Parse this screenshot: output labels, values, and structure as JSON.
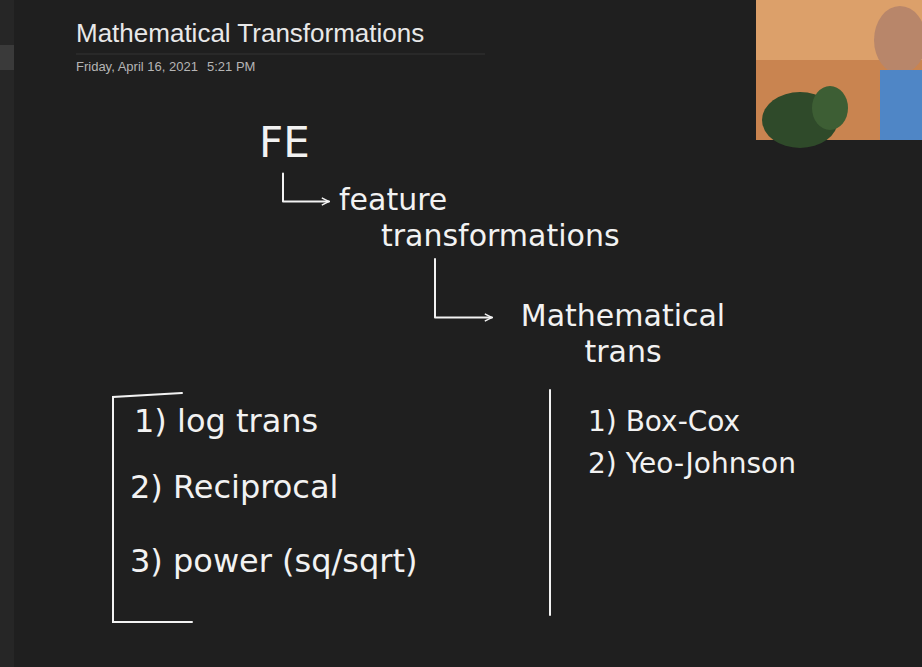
{
  "diagram": {
    "title": "Mathematical Transformations",
    "nodes": [
      {
        "text": [
          "FE"
        ]
      },
      {
        "text": [
          "feature transformations"
        ]
      },
      {
        "text": [
          "Mathematical trans"
        ]
      }
    ],
    "edges": [
      {
        "from": 0,
        "to": 1,
        "arrow": "to"
      },
      {
        "from": 1,
        "to": 2,
        "arrow": "to"
      }
    ],
    "labels": [
      "Friday, April 16, 2021",
      "5:21 PM",
      "1) log trans",
      "2) Reciprocal",
      "3) power (sq/sqrt)",
      "1) Box-Cox",
      "2) Yeo-Johnson"
    ]
  }
}
